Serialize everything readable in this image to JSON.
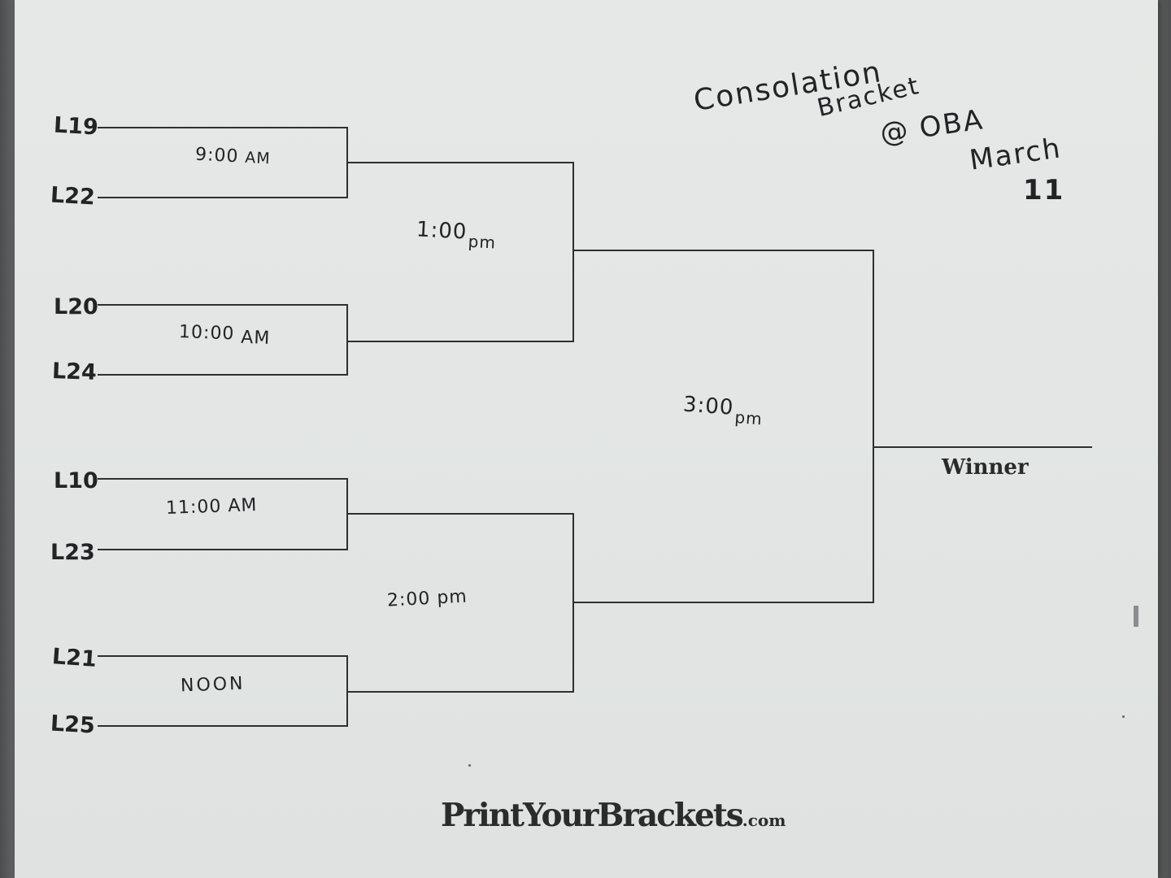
{
  "seeds": [
    "L19",
    "L22",
    "L20",
    "L24",
    "L10",
    "L23",
    "L21",
    "L25"
  ],
  "round1": [
    {
      "time": "9:00",
      "suffix": "AM"
    },
    {
      "time": "10:00",
      "suffix": "AM"
    },
    {
      "time": "11:00",
      "suffix": "AM"
    },
    {
      "time": "NOON",
      "suffix": ""
    }
  ],
  "round2": [
    {
      "time": "1:00",
      "suffix": "pm"
    },
    {
      "time": "2:00",
      "suffix": "pm"
    }
  ],
  "final": {
    "time": "3:00",
    "suffix": "pm"
  },
  "winner_label": "Winner",
  "notes": {
    "line1": "Consolation",
    "line2": "Bracket",
    "line3": "@ OBA",
    "line4": "March",
    "line5": "11"
  },
  "brand": {
    "name": "PrintYourBrackets",
    "tld": ".com"
  },
  "colors": {
    "paper": "#e3e6e5",
    "ink": "#2f2f30",
    "background": "#5a5c5e"
  }
}
